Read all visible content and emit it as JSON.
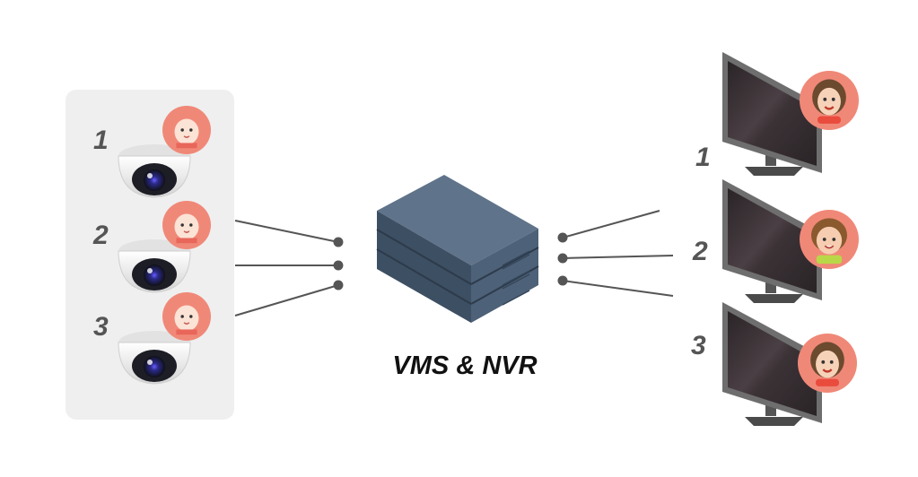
{
  "caption": "VMS & NVR",
  "cameras": [
    {
      "number": "1",
      "viewer": "baby-icon"
    },
    {
      "number": "2",
      "viewer": "baby-icon"
    },
    {
      "number": "3",
      "viewer": "baby-icon"
    }
  ],
  "monitors": [
    {
      "number": "1",
      "viewer": "woman-icon"
    },
    {
      "number": "2",
      "viewer": "girl-icon"
    },
    {
      "number": "3",
      "viewer": "woman-icon"
    }
  ],
  "colors": {
    "panel": "#efefef",
    "avatar_bg": "#f08878",
    "server": "#4a5d72",
    "line": "#555555",
    "screen": "#3a3236",
    "monitor_frame": "#6e6e6e"
  }
}
